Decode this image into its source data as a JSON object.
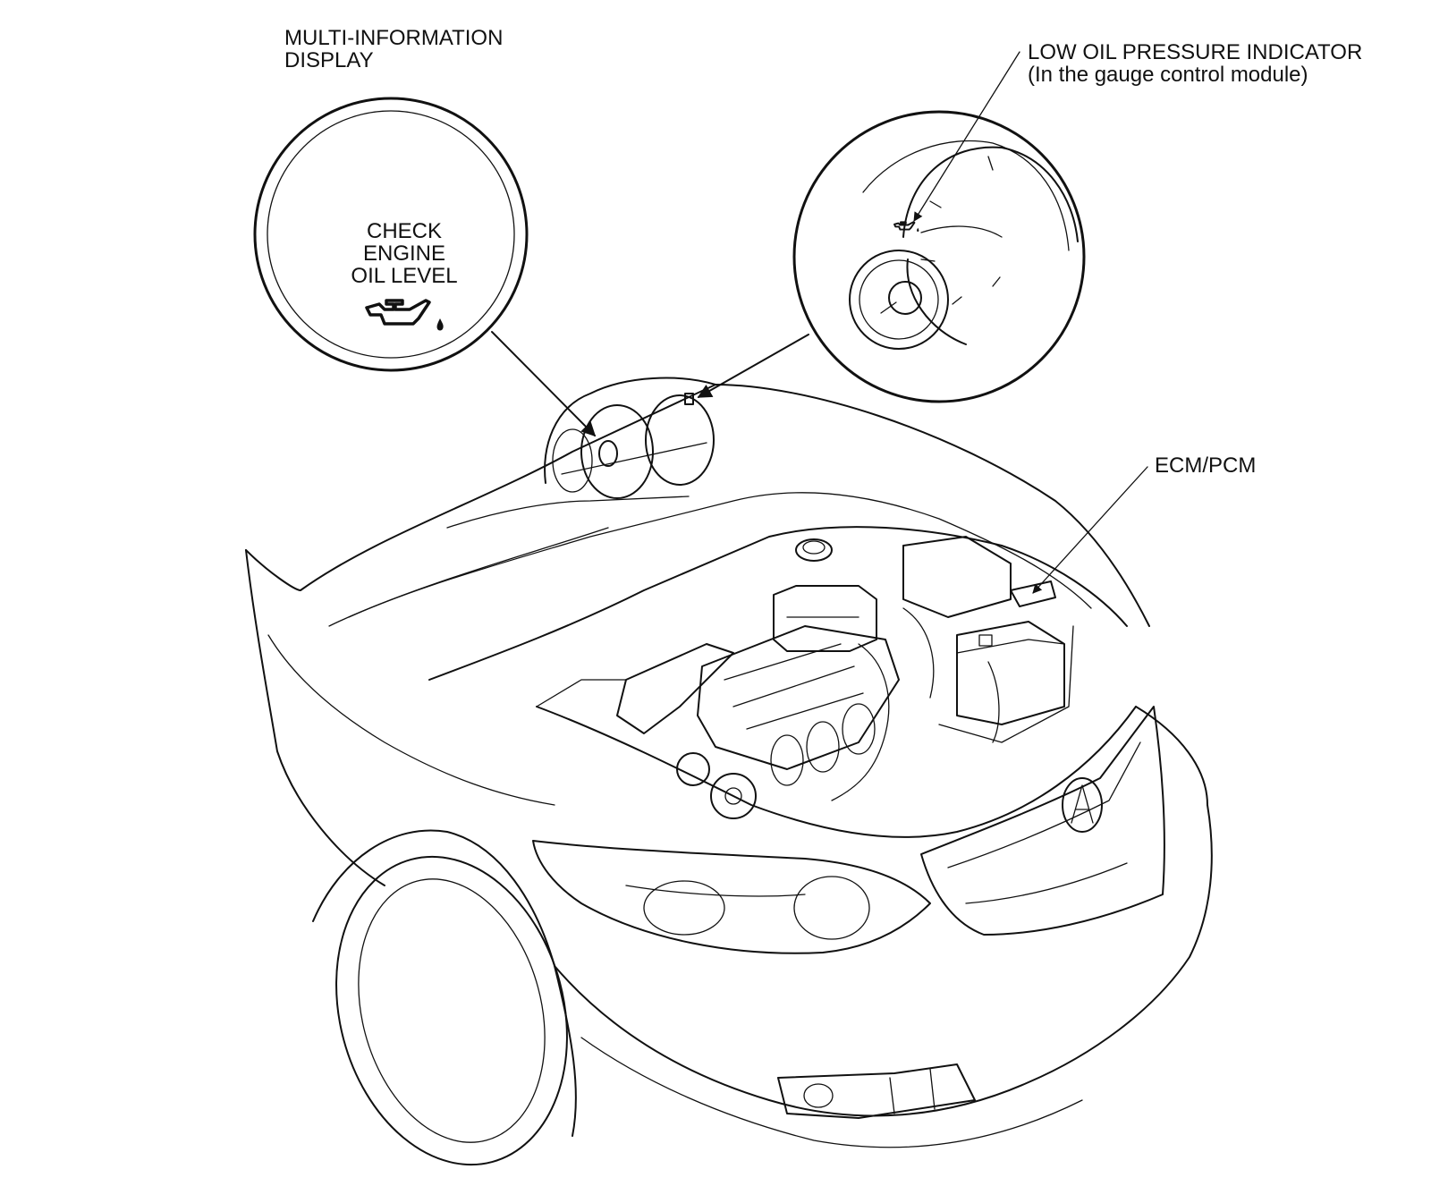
{
  "callouts": {
    "multi_information_display": [
      "MULTI-INFORMATION",
      "DISPLAY"
    ],
    "low_oil_pressure_indicator": [
      "LOW OIL PRESSURE INDICATOR",
      "(In the gauge control module)"
    ],
    "ecm_pcm": "ECM/PCM"
  },
  "display_message": [
    "CHECK",
    "ENGINE",
    "OIL LEVEL"
  ],
  "icons": {
    "oil_can_large": "oil-can-icon",
    "oil_can_small": "oil-pressure-icon",
    "brand_emblem": "acura-emblem-icon"
  },
  "colors": {
    "line": "#111111",
    "background": "#ffffff"
  }
}
